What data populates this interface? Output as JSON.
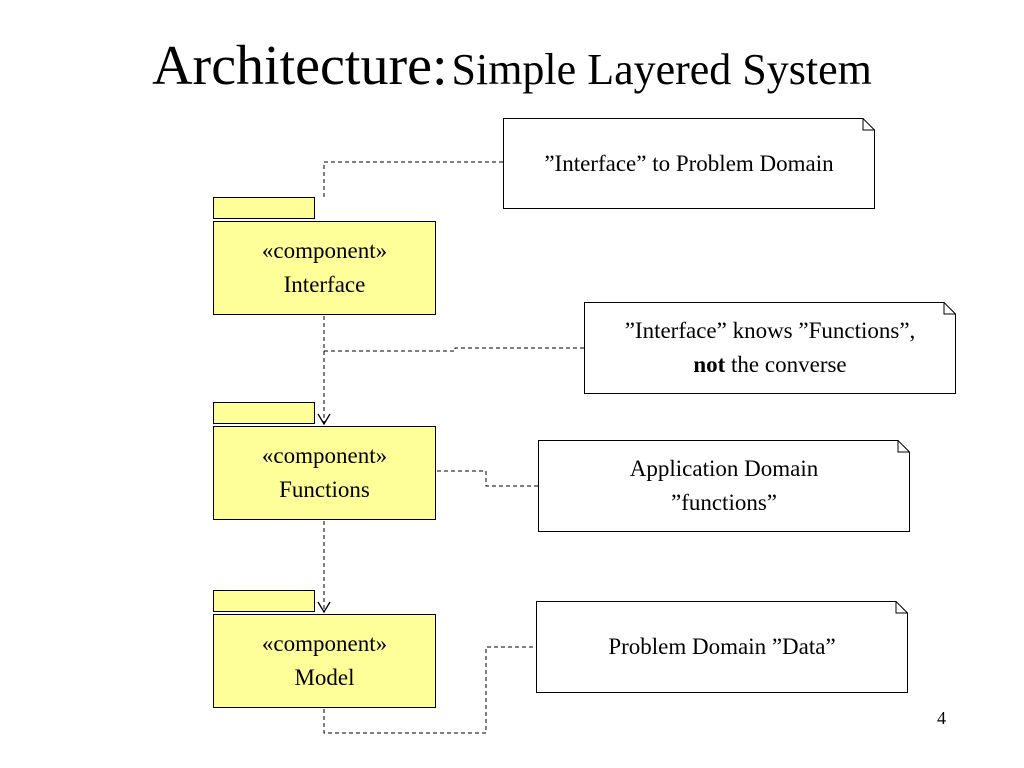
{
  "title": {
    "main": "Architecture:",
    "sub": "Simple Layered System"
  },
  "components": [
    {
      "stereotype": "«component»",
      "name": "Interface"
    },
    {
      "stereotype": "«component»",
      "name": "Functions"
    },
    {
      "stereotype": "«component»",
      "name": "Model"
    }
  ],
  "notes": {
    "interface": {
      "text": "”Interface”  to Problem Domain"
    },
    "knows": {
      "line1": "”Interface” knows ”Functions”,",
      "line2_bold": "not",
      "line2_rest": " the converse"
    },
    "functions": {
      "line1": "Application Domain",
      "line2": "”functions”"
    },
    "data": {
      "text": "Problem Domain ”Data”"
    }
  },
  "page_number": "4",
  "colors": {
    "component_fill": "#ffff99",
    "line": "#000000"
  }
}
